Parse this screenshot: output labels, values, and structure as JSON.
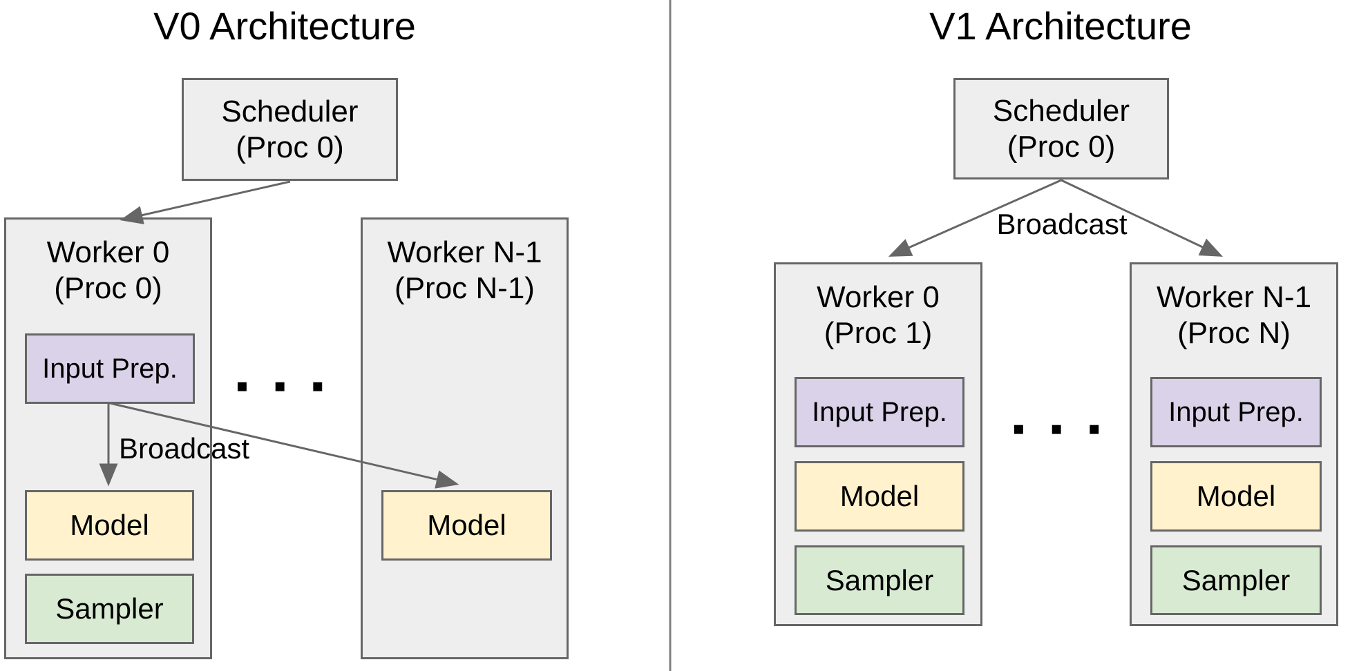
{
  "colors": {
    "outer_box_fill": "#eeeeee",
    "box_border": "#666666",
    "input_prep_fill": "#d9d2e9",
    "model_fill": "#fff2cc",
    "sampler_fill": "#d9ead3",
    "arrow": "#666666",
    "divider": "#808080",
    "text": "#000000"
  },
  "v0": {
    "title": "V0 Architecture",
    "scheduler": {
      "line1": "Scheduler",
      "line2": "(Proc 0)"
    },
    "broadcast_label": "Broadcast",
    "ellipsis": "▪ ▪ ▪",
    "workers": [
      {
        "line1": "Worker 0",
        "line2": "(Proc 0)",
        "components": [
          {
            "label": "Input Prep.",
            "color": "#d9d2e9"
          },
          {
            "label": "Model",
            "color": "#fff2cc"
          },
          {
            "label": "Sampler",
            "color": "#d9ead3"
          }
        ]
      },
      {
        "line1": "Worker N-1",
        "line2": "(Proc N-1)",
        "components": [
          {
            "label": "Model",
            "color": "#fff2cc"
          }
        ]
      }
    ]
  },
  "v1": {
    "title": "V1 Architecture",
    "scheduler": {
      "line1": "Scheduler",
      "line2": "(Proc 0)"
    },
    "broadcast_label": "Broadcast",
    "ellipsis": "▪ ▪ ▪",
    "workers": [
      {
        "line1": "Worker 0",
        "line2": "(Proc 1)",
        "components": [
          {
            "label": "Input Prep.",
            "color": "#d9d2e9"
          },
          {
            "label": "Model",
            "color": "#fff2cc"
          },
          {
            "label": "Sampler",
            "color": "#d9ead3"
          }
        ]
      },
      {
        "line1": "Worker N-1",
        "line2": "(Proc N)",
        "components": [
          {
            "label": "Input Prep.",
            "color": "#d9d2e9"
          },
          {
            "label": "Model",
            "color": "#fff2cc"
          },
          {
            "label": "Sampler",
            "color": "#d9ead3"
          }
        ]
      }
    ]
  }
}
